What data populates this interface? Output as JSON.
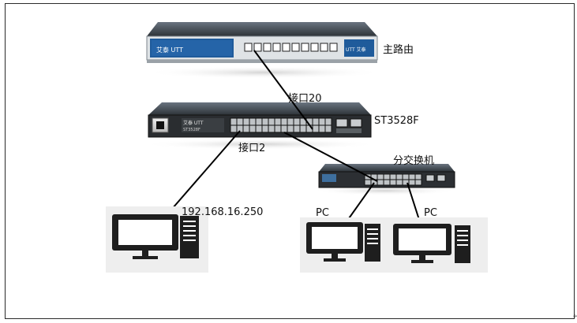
{
  "devices": {
    "main_router": {
      "label": "主路由",
      "brand_left": "艾泰 UTT",
      "brand_right": "UTT 艾泰"
    },
    "core_switch": {
      "label": "ST3528F",
      "model": "ST3528F",
      "brand": "艾泰 UTT"
    },
    "branch_switch": {
      "label": "分交换机"
    },
    "admin_pc": {
      "label": "192.168.16.250"
    },
    "pc_left": {
      "label": "PC"
    },
    "pc_right": {
      "label": "PC"
    }
  },
  "links": {
    "router_uplink": {
      "label": "接口20"
    },
    "admin_port": {
      "label": "接口2"
    }
  },
  "colors": {
    "router_body": "#2b3a4a",
    "router_face": "#1c4f8a",
    "switch_body": "#2a2a2a",
    "monitor": "#1e1e1e",
    "cable": "#000000"
  },
  "footer_mark": "↵"
}
